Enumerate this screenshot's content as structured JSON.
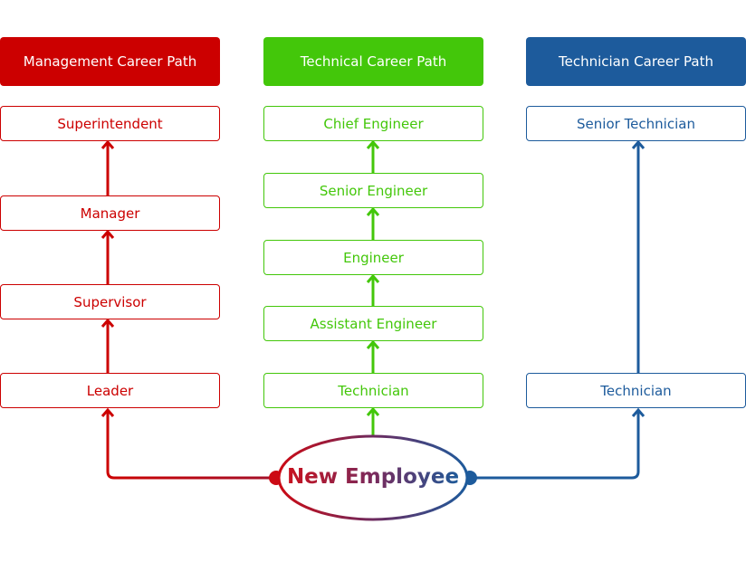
{
  "colors": {
    "management": "#cc0000",
    "technical": "#43c70a",
    "technician": "#1d5b9c"
  },
  "center": {
    "label": "New Employee"
  },
  "columns": [
    {
      "id": "management",
      "header": "Management Career Path",
      "nodes": [
        "Superintendent",
        "Manager",
        "Supervisor",
        "Leader"
      ]
    },
    {
      "id": "technical",
      "header": "Technical Career Path",
      "nodes": [
        "Chief Engineer",
        "Senior Engineer",
        "Engineer",
        "Assistant Engineer",
        "Technician"
      ]
    },
    {
      "id": "technician",
      "header": "Technician Career Path",
      "nodes": [
        "Senior Technician",
        "Technician"
      ]
    }
  ]
}
